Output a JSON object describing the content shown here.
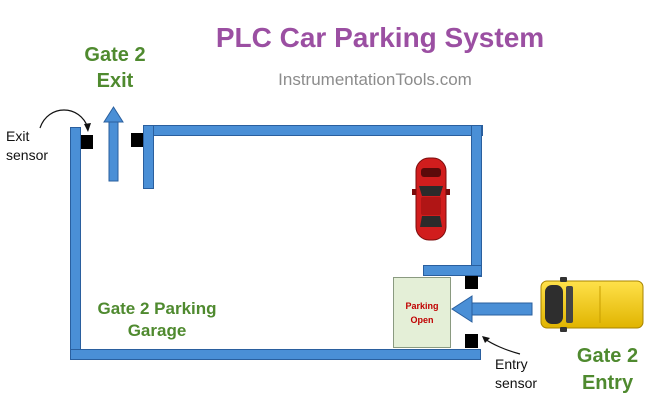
{
  "title": "PLC Car Parking System",
  "subtitle": "InstrumentationTools.com",
  "exit_gate": {
    "line1": "Gate 2",
    "line2": "Exit"
  },
  "entry_gate": {
    "line1": "Gate 2",
    "line2": "Entry"
  },
  "exit_sensor": {
    "line1": "Exit",
    "line2": "sensor"
  },
  "entry_sensor": {
    "line1": "Entry",
    "line2": "sensor"
  },
  "garage_label": {
    "line1": "Gate 2 Parking",
    "line2": "Garage"
  },
  "panel": {
    "line1": "Parking",
    "line2": "Open"
  },
  "colors": {
    "title": "#9b4fa2",
    "label_green": "#4f8a2f",
    "wall": "#4a8fd6",
    "panel_text": "#c00000"
  }
}
